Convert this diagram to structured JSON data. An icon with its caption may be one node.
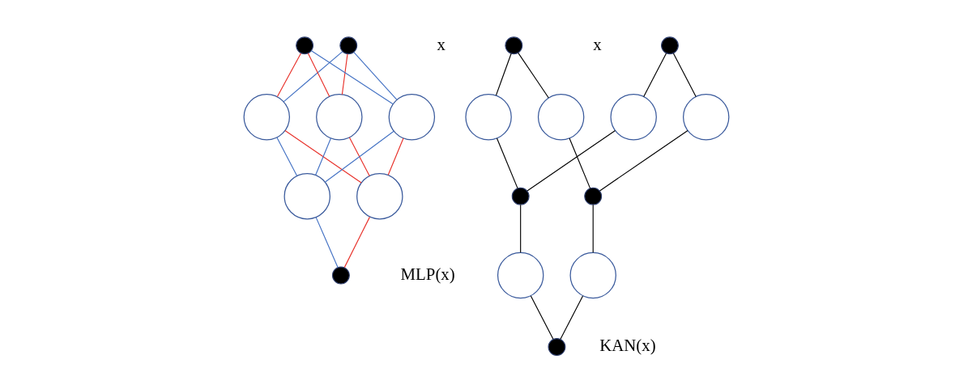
{
  "diagram": {
    "nodes": [
      {
        "text": [],
        "shape": "dot"
      },
      {
        "text": [],
        "shape": "dot"
      },
      {
        "text": [],
        "shape": "circle"
      },
      {
        "text": [],
        "shape": "circle"
      },
      {
        "text": [],
        "shape": "circle"
      },
      {
        "text": [],
        "shape": "circle"
      },
      {
        "text": [],
        "shape": "circle"
      },
      {
        "text": [],
        "shape": "dot"
      },
      {
        "text": [],
        "shape": "dot"
      },
      {
        "text": [],
        "shape": "dot"
      },
      {
        "text": [],
        "shape": "circle"
      },
      {
        "text": [],
        "shape": "circle"
      },
      {
        "text": [],
        "shape": "circle"
      },
      {
        "text": [],
        "shape": "circle"
      },
      {
        "text": [],
        "shape": "dot"
      },
      {
        "text": [],
        "shape": "dot"
      },
      {
        "text": [],
        "shape": "circle"
      },
      {
        "text": [],
        "shape": "circle"
      },
      {
        "text": [],
        "shape": "dot"
      }
    ],
    "edges": [
      {
        "from": 0,
        "to": 2,
        "arrow": "none",
        "color": "#4472c4"
      },
      {
        "from": 0,
        "to": 3,
        "arrow": "none",
        "color": "#e8312a"
      },
      {
        "from": 0,
        "to": 4,
        "arrow": "none",
        "color": "#4472c4"
      },
      {
        "from": 1,
        "to": 2,
        "arrow": "none",
        "color": "#e8312a"
      },
      {
        "from": 1,
        "to": 3,
        "arrow": "none",
        "color": "#e8312a"
      },
      {
        "from": 1,
        "to": 4,
        "arrow": "none",
        "color": "#4472c4"
      },
      {
        "from": 2,
        "to": 5,
        "arrow": "none",
        "color": "#4472c4"
      },
      {
        "from": 2,
        "to": 6,
        "arrow": "none",
        "color": "#e8312a"
      },
      {
        "from": 3,
        "to": 5,
        "arrow": "none",
        "color": "#4472c4"
      },
      {
        "from": 3,
        "to": 6,
        "arrow": "none",
        "color": "#e8312a"
      },
      {
        "from": 4,
        "to": 5,
        "arrow": "none",
        "color": "#4472c4"
      },
      {
        "from": 4,
        "to": 6,
        "arrow": "none",
        "color": "#e8312a"
      },
      {
        "from": 5,
        "to": 7,
        "arrow": "none",
        "color": "#4472c4"
      },
      {
        "from": 6,
        "to": 7,
        "arrow": "none",
        "color": "#e8312a"
      },
      {
        "from": 8,
        "to": 10,
        "arrow": "none"
      },
      {
        "from": 8,
        "to": 11,
        "arrow": "none"
      },
      {
        "from": 9,
        "to": 12,
        "arrow": "none"
      },
      {
        "from": 9,
        "to": 13,
        "arrow": "none"
      },
      {
        "from": 10,
        "to": 14,
        "arrow": "none"
      },
      {
        "from": 11,
        "to": 15,
        "arrow": "none"
      },
      {
        "from": 12,
        "to": 14,
        "arrow": "none"
      },
      {
        "from": 13,
        "to": 15,
        "arrow": "none"
      },
      {
        "from": 14,
        "to": 16,
        "arrow": "none"
      },
      {
        "from": 15,
        "to": 17,
        "arrow": "none"
      },
      {
        "from": 16,
        "to": 18,
        "arrow": "none"
      },
      {
        "from": 17,
        "to": 18,
        "arrow": "none"
      }
    ],
    "labels": [
      "x",
      "MLP(x)",
      "x",
      "KAN(x)"
    ]
  }
}
